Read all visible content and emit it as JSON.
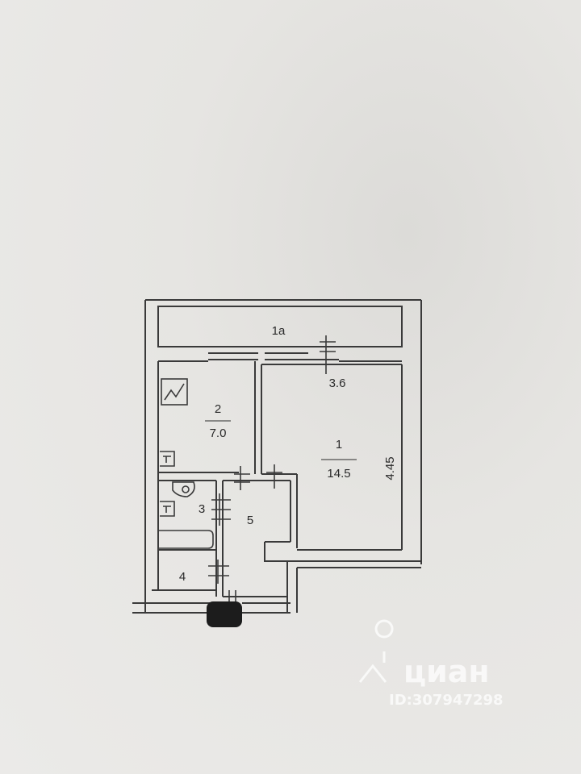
{
  "plan": {
    "rooms": [
      {
        "id": "loggia",
        "number": "1а"
      },
      {
        "id": "kitchen",
        "number": "2",
        "area": "7.0"
      },
      {
        "id": "living",
        "number": "1",
        "area": "14.5"
      },
      {
        "id": "bathroom",
        "number": "3"
      },
      {
        "id": "toilet",
        "number": "4"
      },
      {
        "id": "hall",
        "number": "5"
      }
    ],
    "dimensions": {
      "width": "3.6",
      "length": "4.45"
    }
  },
  "watermark": {
    "brand": "циан",
    "listing_id": "ID:307947298"
  }
}
